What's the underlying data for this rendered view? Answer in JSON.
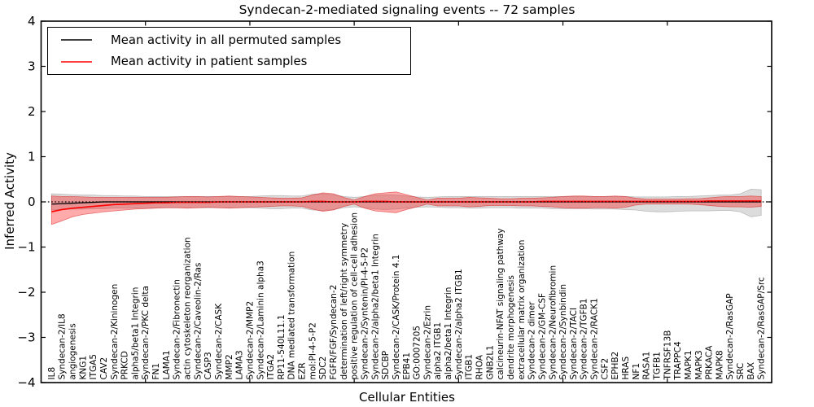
{
  "chart_data": {
    "type": "line",
    "title": "Syndecan-2-mediated signaling events -- 72 samples",
    "xlabel": "Cellular Entities",
    "ylabel": "Inferred Activity",
    "ylim": [
      -4,
      4
    ],
    "yticks": [
      -4,
      -3,
      -2,
      -1,
      0,
      1,
      2,
      3,
      4
    ],
    "xtick_values": [
      10,
      20,
      30,
      40,
      50,
      60
    ],
    "legend_position": "upper left",
    "grid": false,
    "categories": [
      "IL8",
      "Syndecan-2/IL8",
      "angiogenesis",
      "KNG1",
      "ITGA5",
      "CAV2",
      "Syndecan-2/Kininogen",
      "PRKCD",
      "alpha5/beta1 Integrin",
      "Syndecan-2/PKC delta",
      "FN1",
      "LAMA1",
      "Syndecan-2/Fibronectin",
      "actin cytoskeleton reorganization",
      "Syndecan-2/Caveolin-2/Ras",
      "CASP3",
      "Syndecan-2/CASK",
      "MMP2",
      "LAMA3",
      "Syndecan-2/MMP2",
      "Syndecan-2/Laminin alpha3",
      "ITGA2",
      "RP11-540L11.1",
      "DNA mediated transformation",
      "EZR",
      "mol:PI-4-5-P2",
      "SDC2",
      "FGFR/FGF/Syndecan-2",
      "determination of left/right symmetry",
      "positive regulation of cell-cell adhesion",
      "Syndecan-2/Syntenin/PI-4-5-P2",
      "Syndecan-2/alpha2/beta1 Integrin",
      "SDCBP",
      "Syndecan-2/CASK/Protein 4.1",
      "EPB41",
      "GO:0007205",
      "Syndecan-2/Ezrin",
      "alpha2 ITGB1",
      "alpha2/beta1 Integrin",
      "Syndecan-2/alpha2 ITGB1",
      "ITGB1",
      "RHOA",
      "GNB2L1",
      "calcineurin-NFAT signaling pathway",
      "dendrite morphogenesis",
      "extracellular matrix organization",
      "Syndecan-2 dimer",
      "Syndecan-2/GM-CSF",
      "Syndecan-2/Neurofibromin",
      "Syndecan-2/Synbindin",
      "Syndecan-2/TACI",
      "Syndecan-2/TGFB1",
      "Syndecan-2/RACK1",
      "CSF2",
      "EPHB2",
      "HRAS",
      "NF1",
      "RASA1",
      "TGFB1",
      "TNFRSF13B",
      "TRAPPC4",
      "MAPK1",
      "MAPK3",
      "PRKACA",
      "MAPK8",
      "Syndecan-2/RasGAP",
      "SRC",
      "BAX",
      "Syndecan-2/RasGAP/Src"
    ],
    "series": [
      {
        "name": "Mean activity in all permuted samples",
        "color": "#000000",
        "style": "solid",
        "values": [
          -0.05,
          -0.04,
          -0.03,
          -0.02,
          -0.01,
          0,
          0,
          0,
          0,
          0,
          0,
          0,
          0,
          0,
          0,
          0,
          0,
          0,
          0,
          0,
          0,
          0,
          0,
          0,
          0,
          0,
          0,
          0,
          0,
          0,
          0,
          0,
          0,
          0,
          0,
          0,
          0,
          0,
          0,
          0,
          0,
          0,
          0,
          0,
          0,
          0,
          0,
          0,
          0,
          0,
          0,
          0,
          0,
          0,
          0,
          0,
          0,
          0,
          0,
          0,
          0,
          0,
          0,
          0,
          0,
          0,
          0,
          0,
          0
        ]
      },
      {
        "name": "Mean activity in patient samples",
        "color": "#ff0000",
        "style": "solid",
        "values": [
          -0.22,
          -0.17,
          -0.14,
          -0.12,
          -0.1,
          -0.08,
          -0.06,
          -0.05,
          -0.04,
          -0.03,
          -0.02,
          -0.02,
          -0.01,
          -0.01,
          -0.01,
          -0.01,
          0,
          0,
          0,
          0,
          0,
          0,
          0,
          0,
          0,
          0.01,
          0.01,
          0,
          0,
          0,
          0.01,
          0.01,
          0.01,
          0,
          0,
          0,
          0,
          0,
          0,
          0,
          0,
          0,
          0,
          0,
          0,
          0,
          0,
          0.01,
          0.01,
          0.01,
          0.01,
          0.01,
          0.01,
          0.01,
          0.01,
          0.01,
          0.01,
          0.01,
          0.01,
          0.01,
          0.01,
          0.01,
          0.01,
          0.02,
          0.02,
          0.02,
          0.02,
          0.02,
          0.02
        ]
      }
    ],
    "bands": [
      {
        "name": "permuted-std-band",
        "color": "rgba(128,128,128,0.28)",
        "edge_color": "rgba(110,110,110,0.38)",
        "high": [
          0.18,
          0.17,
          0.16,
          0.15,
          0.15,
          0.14,
          0.14,
          0.13,
          0.13,
          0.12,
          0.12,
          0.12,
          0.12,
          0.12,
          0.12,
          0.12,
          0.12,
          0.12,
          0.12,
          0.12,
          0.13,
          0.14,
          0.14,
          0.13,
          0.13,
          0.17,
          0.18,
          0.16,
          0.12,
          0.1,
          0.12,
          0.15,
          0.16,
          0.15,
          0.13,
          0.11,
          0.1,
          0.11,
          0.12,
          0.12,
          0.12,
          0.12,
          0.12,
          0.12,
          0.12,
          0.12,
          0.12,
          0.12,
          0.12,
          0.12,
          0.12,
          0.12,
          0.12,
          0.12,
          0.12,
          0.12,
          0.11,
          0.11,
          0.11,
          0.11,
          0.12,
          0.12,
          0.13,
          0.14,
          0.15,
          0.15,
          0.18,
          0.28,
          0.27
        ],
        "low": [
          -0.18,
          -0.17,
          -0.16,
          -0.16,
          -0.15,
          -0.15,
          -0.14,
          -0.14,
          -0.14,
          -0.13,
          -0.13,
          -0.13,
          -0.13,
          -0.13,
          -0.13,
          -0.13,
          -0.13,
          -0.13,
          -0.13,
          -0.13,
          -0.14,
          -0.15,
          -0.15,
          -0.14,
          -0.14,
          -0.18,
          -0.19,
          -0.17,
          -0.13,
          -0.11,
          -0.13,
          -0.16,
          -0.17,
          -0.16,
          -0.14,
          -0.12,
          -0.11,
          -0.12,
          -0.13,
          -0.13,
          -0.14,
          -0.14,
          -0.13,
          -0.13,
          -0.13,
          -0.14,
          -0.14,
          -0.14,
          -0.15,
          -0.15,
          -0.15,
          -0.15,
          -0.16,
          -0.16,
          -0.16,
          -0.17,
          -0.18,
          -0.21,
          -0.22,
          -0.22,
          -0.21,
          -0.2,
          -0.2,
          -0.2,
          -0.19,
          -0.19,
          -0.22,
          -0.33,
          -0.3
        ]
      },
      {
        "name": "patient-std-band",
        "color": "rgba(255,0,0,0.33)",
        "edge_color": "rgba(215,25,25,0.55)",
        "high": [
          0.13,
          0.12,
          0.12,
          0.11,
          0.1,
          0.1,
          0.1,
          0.1,
          0.1,
          0.1,
          0.1,
          0.1,
          0.11,
          0.12,
          0.12,
          0.11,
          0.12,
          0.13,
          0.12,
          0.11,
          0.1,
          0.09,
          0.08,
          0.08,
          0.09,
          0.15,
          0.2,
          0.18,
          0.1,
          0.04,
          0.12,
          0.18,
          0.2,
          0.22,
          0.16,
          0.1,
          0.04,
          0.08,
          0.08,
          0.08,
          0.1,
          0.09,
          0.08,
          0.07,
          0.07,
          0.08,
          0.08,
          0.09,
          0.1,
          0.12,
          0.13,
          0.13,
          0.12,
          0.12,
          0.13,
          0.12,
          0.08,
          0.06,
          0.06,
          0.06,
          0.06,
          0.07,
          0.07,
          0.09,
          0.11,
          0.12,
          0.12,
          0.13,
          0.12
        ],
        "low": [
          -0.5,
          -0.42,
          -0.33,
          -0.28,
          -0.25,
          -0.22,
          -0.2,
          -0.18,
          -0.16,
          -0.15,
          -0.14,
          -0.13,
          -0.13,
          -0.14,
          -0.13,
          -0.12,
          -0.13,
          -0.14,
          -0.13,
          -0.12,
          -0.11,
          -0.1,
          -0.09,
          -0.09,
          -0.1,
          -0.16,
          -0.21,
          -0.18,
          -0.1,
          -0.05,
          -0.14,
          -0.2,
          -0.22,
          -0.24,
          -0.17,
          -0.11,
          -0.05,
          -0.09,
          -0.09,
          -0.09,
          -0.11,
          -0.1,
          -0.08,
          -0.08,
          -0.08,
          -0.09,
          -0.09,
          -0.1,
          -0.11,
          -0.13,
          -0.14,
          -0.14,
          -0.13,
          -0.13,
          -0.14,
          -0.12,
          -0.07,
          -0.05,
          -0.05,
          -0.05,
          -0.05,
          -0.05,
          -0.06,
          -0.08,
          -0.1,
          -0.11,
          -0.11,
          -0.12,
          -0.1
        ]
      }
    ],
    "zero_line": {
      "color": "#000000",
      "style": "dotted",
      "value": 0
    }
  }
}
